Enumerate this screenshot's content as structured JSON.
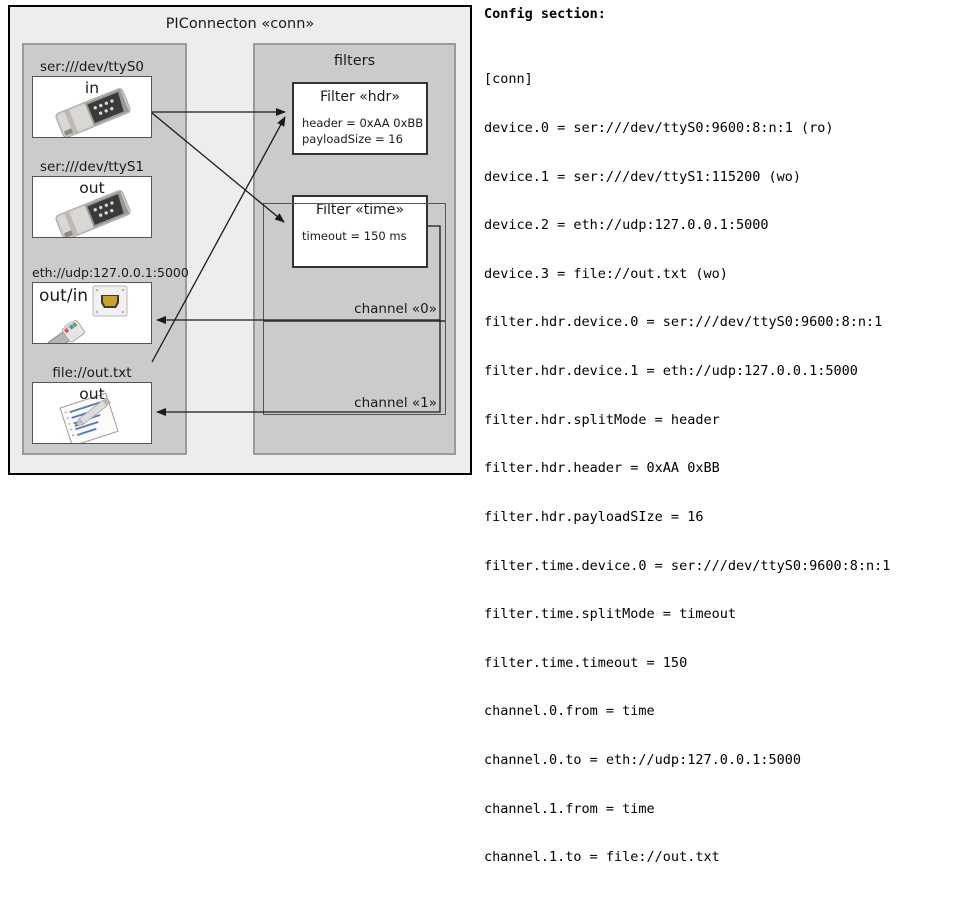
{
  "diagram": {
    "title": "PIConnecton «conn»",
    "devices_group": {
      "title": ""
    },
    "filters_group": {
      "title": "filters"
    },
    "devices": [
      {
        "name": "device-ttys0",
        "label": "ser:///dev/ttyS0",
        "io": "in",
        "icon": "serial-port-icon",
        "io_align": "center"
      },
      {
        "name": "device-ttys1",
        "label": "ser:///dev/ttyS1",
        "io": "out",
        "icon": "serial-port-icon",
        "io_align": "center"
      },
      {
        "name": "device-eth",
        "label": "eth://udp:127.0.0.1:5000",
        "io": "out/in",
        "icon": "ethernet-jack-icon",
        "io_align": "left"
      },
      {
        "name": "device-file",
        "label": "file://out.txt",
        "io": "out",
        "icon": "document-pencil-icon",
        "io_align": "center"
      }
    ],
    "filters": [
      {
        "name": "filter-hdr",
        "title": "Filter «hdr»",
        "props": [
          "header = 0xAA 0xBB",
          "payloadSize = 16"
        ]
      },
      {
        "name": "filter-time",
        "title": "Filter «time»",
        "props": [
          "timeout = 150 ms"
        ]
      }
    ],
    "channels": [
      {
        "name": "channel-0",
        "label": "channel «0»"
      },
      {
        "name": "channel-1",
        "label": "channel «1»"
      }
    ]
  },
  "config": {
    "heading": "Config section:",
    "lines": [
      "[conn]",
      "device.0 = ser:///dev/ttyS0:9600:8:n:1 (ro)",
      "device.1 = ser:///dev/ttyS1:115200 (wo)",
      "device.2 = eth://udp:127.0.0.1:5000",
      "device.3 = file://out.txt (wo)",
      "filter.hdr.device.0 = ser:///dev/ttyS0:9600:8:n:1",
      "filter.hdr.device.1 = eth://udp:127.0.0.1:5000",
      "filter.hdr.splitMode = header",
      "filter.hdr.header = 0xAA 0xBB",
      "filter.hdr.payloadSIze = 16",
      "filter.time.device.0 = ser:///dev/ttyS0:9600:8:n:1",
      "filter.time.splitMode = timeout",
      "filter.time.timeout = 150",
      "channel.0.from = time",
      "channel.0.to = eth://udp:127.0.0.1:5000",
      "channel.1.from = time",
      "channel.1.to = file://out.txt"
    ]
  },
  "colors": {
    "canvas": "#ffffff",
    "outer_box": "#ededed",
    "group_box": "#cbcbcb",
    "node_box": "#ffffff",
    "border_dark": "#000000",
    "border_mid": "#555555"
  }
}
